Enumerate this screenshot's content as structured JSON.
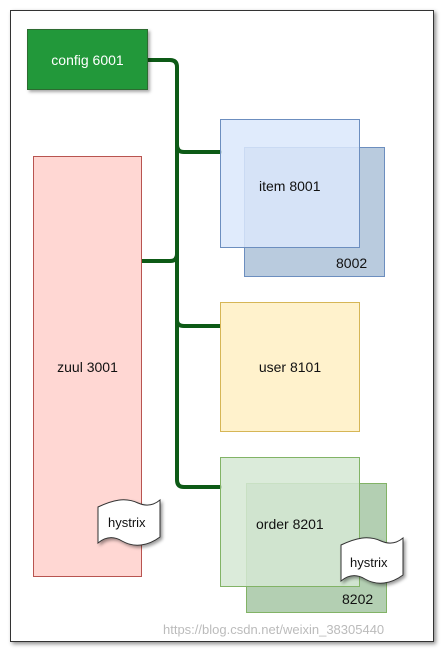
{
  "nodes": {
    "config": "config 6001",
    "zuul": "zuul 3001",
    "item_primary": "item 8001",
    "item_secondary": "8002",
    "user": "user 8101",
    "order_primary": "order 8201",
    "order_secondary": "8202",
    "hystrix_zuul": "hystrix",
    "hystrix_order": "hystrix"
  },
  "watermark": "https://blog.csdn.net/weixin_38305440",
  "colors": {
    "config_fill": "#22983a",
    "zuul_fill": "#ffd7d3",
    "zuul_border": "#b85450",
    "item_fill": "#dae8fc",
    "item_back_fill": "#b9cbde",
    "item_border": "#6c8ebf",
    "user_fill": "#fff2cc",
    "user_border": "#d6b656",
    "order_fill": "#d5e8d4",
    "order_back_fill": "#b3cfb2",
    "order_border": "#82b366",
    "connector": "#0d5a16"
  }
}
